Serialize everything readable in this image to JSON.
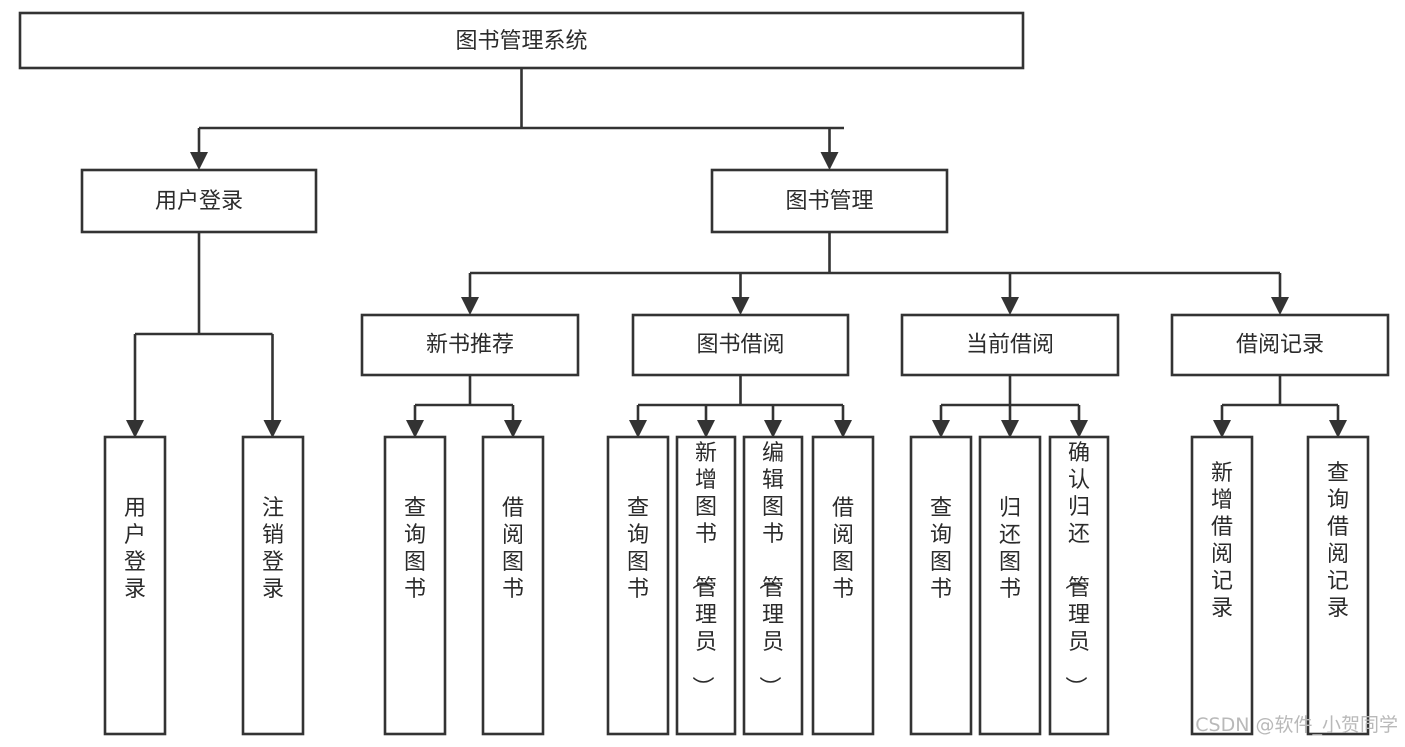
{
  "diagram": {
    "type": "tree-hierarchy",
    "title": "图书管理系统",
    "orientation": "top-down",
    "colors": {
      "box_fill": "#ffffff",
      "box_stroke": "#333333",
      "text": "#2b2b2b",
      "background": "#ffffff",
      "watermark": "#b9b9b9"
    },
    "levels": [
      {
        "level": 1,
        "nodes": [
          {
            "id": "root",
            "label": "图书管理系统",
            "orientation": "horizontal"
          }
        ]
      },
      {
        "level": 2,
        "nodes": [
          {
            "id": "login",
            "label": "用户登录",
            "orientation": "horizontal",
            "parent": "root"
          },
          {
            "id": "bookmgmt",
            "label": "图书管理",
            "orientation": "horizontal",
            "parent": "root"
          }
        ]
      },
      {
        "level": 3,
        "nodes": [
          {
            "id": "newbook",
            "label": "新书推荐",
            "orientation": "horizontal",
            "parent": "bookmgmt"
          },
          {
            "id": "borrow",
            "label": "图书借阅",
            "orientation": "horizontal",
            "parent": "bookmgmt"
          },
          {
            "id": "current",
            "label": "当前借阅",
            "orientation": "horizontal",
            "parent": "bookmgmt"
          },
          {
            "id": "records",
            "label": "借阅记录",
            "orientation": "horizontal",
            "parent": "bookmgmt"
          }
        ]
      },
      {
        "level": 4,
        "nodes": [
          {
            "id": "leaf-1",
            "label": "用户登录",
            "orientation": "vertical",
            "parent": "login"
          },
          {
            "id": "leaf-2",
            "label": "注销登录",
            "orientation": "vertical",
            "parent": "login"
          },
          {
            "id": "leaf-3",
            "label": "查询图书",
            "orientation": "vertical",
            "parent": "newbook"
          },
          {
            "id": "leaf-4",
            "label": "借阅图书",
            "orientation": "vertical",
            "parent": "newbook"
          },
          {
            "id": "leaf-5",
            "label": "查询图书",
            "orientation": "vertical",
            "parent": "borrow"
          },
          {
            "id": "leaf-6",
            "label": "新增图书（管理员）",
            "orientation": "vertical",
            "parent": "borrow"
          },
          {
            "id": "leaf-7",
            "label": "编辑图书（管理员）",
            "orientation": "vertical",
            "parent": "borrow"
          },
          {
            "id": "leaf-8",
            "label": "借阅图书",
            "orientation": "vertical",
            "parent": "borrow"
          },
          {
            "id": "leaf-9",
            "label": "查询图书",
            "orientation": "vertical",
            "parent": "current"
          },
          {
            "id": "leaf-10",
            "label": "归还图书",
            "orientation": "vertical",
            "parent": "current"
          },
          {
            "id": "leaf-11",
            "label": "确认归还（管理员）",
            "orientation": "vertical",
            "parent": "current"
          },
          {
            "id": "leaf-12",
            "label": "新增借阅记录",
            "orientation": "vertical",
            "parent": "records"
          },
          {
            "id": "leaf-13",
            "label": "查询借阅记录",
            "orientation": "vertical",
            "parent": "records"
          }
        ]
      }
    ]
  },
  "watermark": {
    "text": "CSDN @软件_小贺同学"
  }
}
